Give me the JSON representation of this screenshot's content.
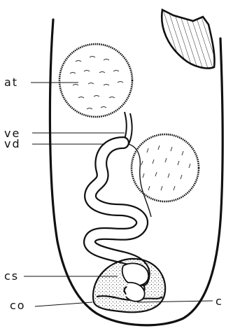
{
  "labels": {
    "at": "at",
    "ve": "ve",
    "vd": "vd",
    "cs": "cs",
    "co": "co",
    "c": "c"
  }
}
